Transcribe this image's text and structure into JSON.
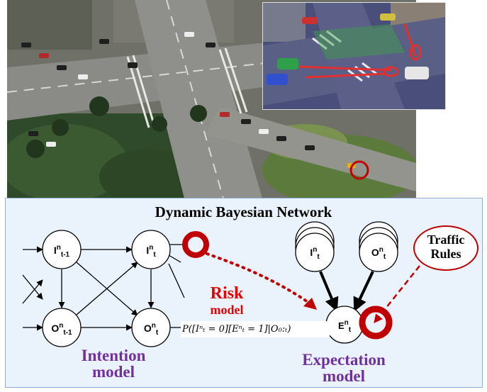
{
  "title": "Dynamic Bayesian Network",
  "nodes": {
    "i_prev": {
      "base": "I",
      "sup": "n",
      "sub": "t-1"
    },
    "i_t": {
      "base": "I",
      "sup": "n",
      "sub": "t"
    },
    "o_prev": {
      "base": "O",
      "sup": "n",
      "sub": "t-1"
    },
    "o_t": {
      "base": "O",
      "sup": "n",
      "sub": "t"
    },
    "i_exp": {
      "base": "I",
      "sup": "n",
      "sub": "t"
    },
    "o_exp": {
      "base": "O",
      "sup": "n",
      "sub": "t"
    },
    "e_t": {
      "base": "E",
      "sup": "n",
      "sub": "t"
    }
  },
  "labels": {
    "risk": "Risk",
    "risk_model": "model",
    "intention": "Intention",
    "intention_model": "model",
    "expectation": "Expectation",
    "expectation_model": "model",
    "traffic": "Traffic",
    "rules": "Rules"
  },
  "formula": "P([Iⁿₜ = 0][Eⁿₜ = 1]|O₀:ₜ)",
  "colors": {
    "risk": "#e60000",
    "purple": "#7030a0",
    "ring": "#c00000",
    "panel": "#eaf2fb",
    "panel_border": "#8fb0d4"
  }
}
